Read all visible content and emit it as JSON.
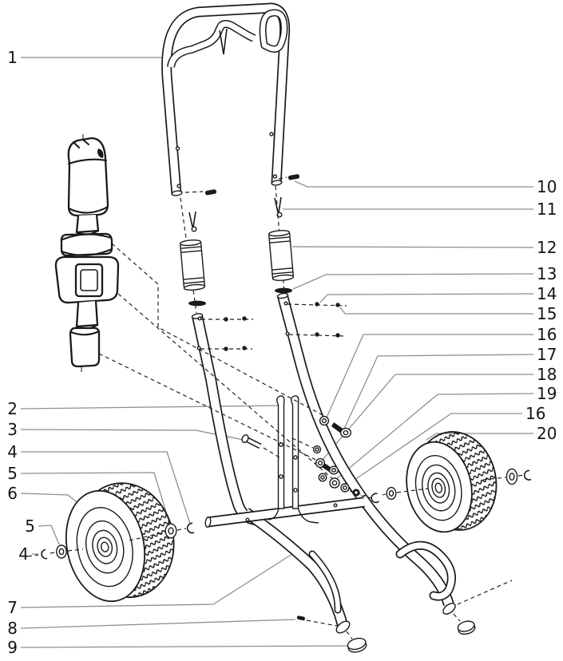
{
  "diagram": {
    "kind": "exploded-parts-diagram",
    "callouts_left": [
      {
        "text": "1"
      },
      {
        "text": "2"
      },
      {
        "text": "3"
      },
      {
        "text": "4"
      },
      {
        "text": "5"
      },
      {
        "text": "6"
      },
      {
        "text": "5"
      },
      {
        "text": "4"
      },
      {
        "text": "7"
      },
      {
        "text": "8"
      },
      {
        "text": "9"
      }
    ],
    "callouts_right": [
      {
        "text": "10"
      },
      {
        "text": "11"
      },
      {
        "text": "12"
      },
      {
        "text": "13"
      },
      {
        "text": "14"
      },
      {
        "text": "15"
      },
      {
        "text": "16"
      },
      {
        "text": "17"
      },
      {
        "text": "18"
      },
      {
        "text": "19"
      },
      {
        "text": "16"
      },
      {
        "text": "20"
      }
    ]
  },
  "colors": {
    "line": "#1a1a1a",
    "leader": "#8f8f8f",
    "label": "#161616",
    "background": "#ffffff"
  }
}
